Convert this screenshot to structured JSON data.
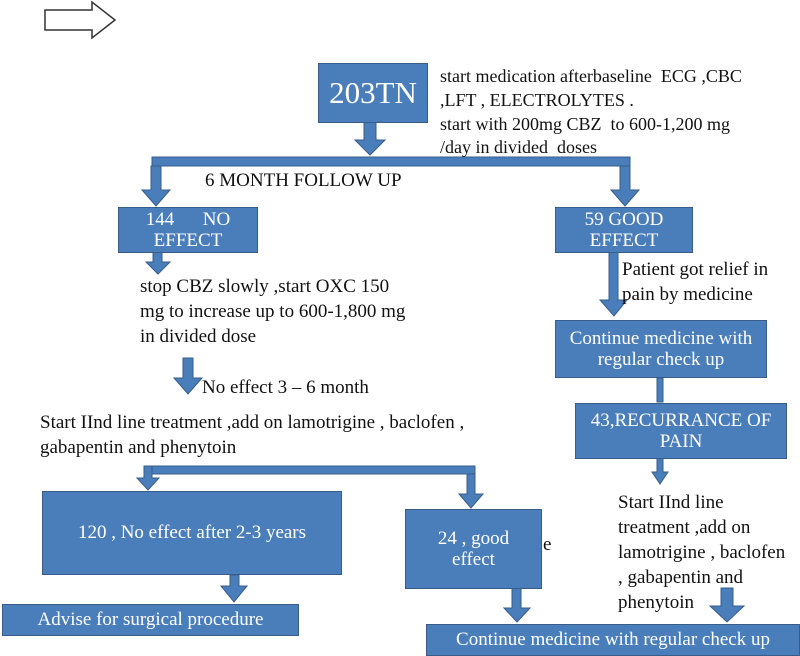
{
  "colors": {
    "box_fill": "#4a7ebb",
    "box_border": "#385d8a",
    "box_text": "#ffffff",
    "text": "#111111"
  },
  "nodes": {
    "root": "203TN",
    "no_effect_144": "144      NO\nEFFECT",
    "good_effect_59": "59 GOOD\nEFFECT",
    "continue_1": "Continue medicine with\nregular check up",
    "recurrence": "43,RECURRANCE OF\nPAIN",
    "no_effect_120": "120 , No  effect after 2-3 years",
    "good_24": "24 , good\neffect",
    "surgery": "Advise for surgical procedure",
    "continue_2": "Continue medicine with regular check up"
  },
  "labels": {
    "start_medication": "start medication afterbaseline  ECG ,CBC\n,LFT , ELECTROLYTES .\nstart with 200mg CBZ  to 600-1,200 mg\n/day in divided  doses",
    "followup": "6 MONTH FOLLOW UP",
    "oxc": "stop CBZ slowly ,start OXC 150\nmg to increase up to 600-1,800 mg\nin divided dose",
    "no_effect_months": "No effect 3 – 6 month",
    "second_line": "Start IInd line treatment ,add on lamotrigine , baclofen ,\ngabapentin and phenytoin",
    "relief": "Patient got relief in\npain by medicine",
    "second_line_right": "Start IInd line\ntreatment ,add on\nlamotrigine , baclofen\n, gabapentin and\nphenytoin",
    "stray_e": "e"
  }
}
